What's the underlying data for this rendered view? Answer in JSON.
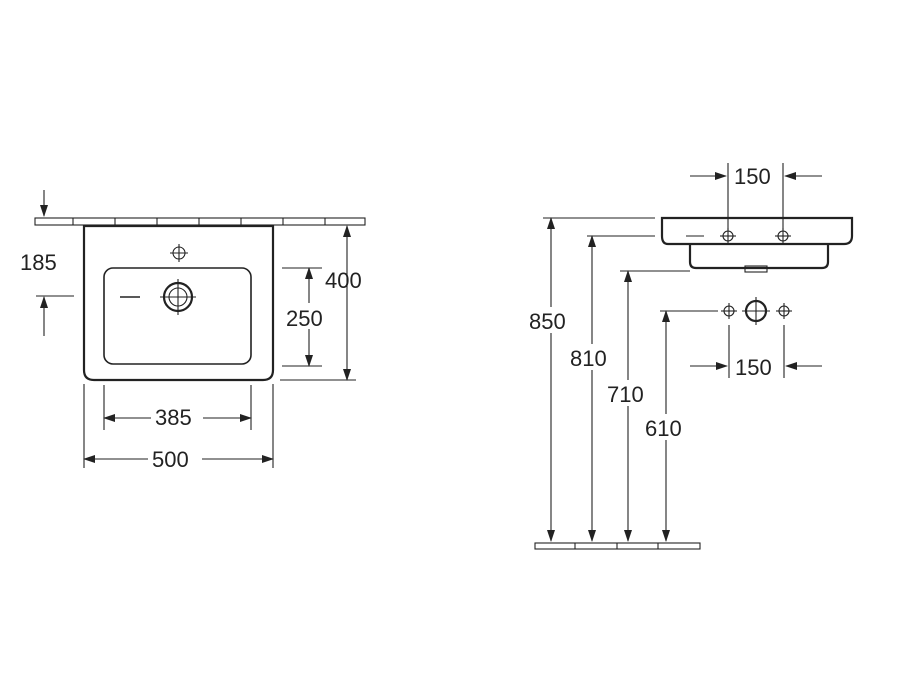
{
  "top_view": {
    "wall_offset": "185",
    "depth": "400",
    "bowl_depth": "250",
    "bowl_width": "385",
    "total_width": "500"
  },
  "side_view": {
    "tap_spacing": "150",
    "rim_height": "850",
    "second_height": "810",
    "third_height": "710",
    "connection_height": "610",
    "connection_spacing": "150"
  }
}
